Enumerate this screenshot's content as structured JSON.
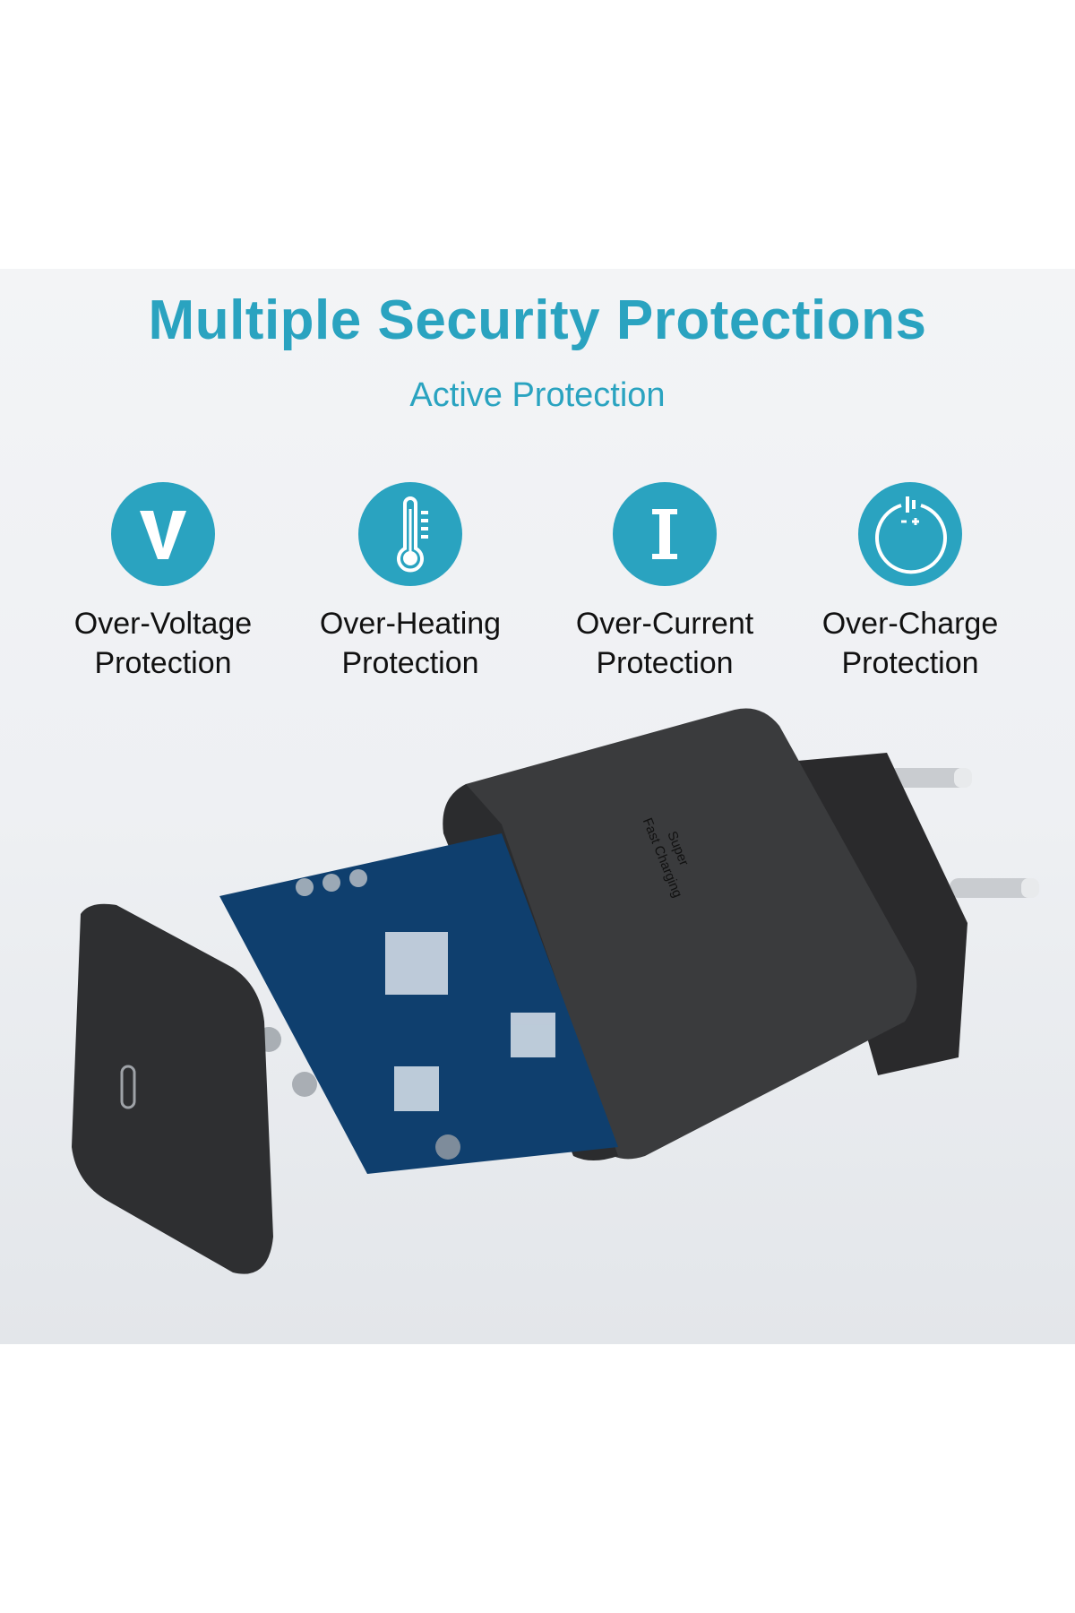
{
  "header": {
    "title": "Multiple Security Protections",
    "subtitle": "Active Protection"
  },
  "features": [
    {
      "icon": "voltage-v-icon",
      "line1": "Over-Voltage",
      "line2": "Protection"
    },
    {
      "icon": "thermometer-icon",
      "line1": "Over-Heating",
      "line2": "Protection"
    },
    {
      "icon": "current-i-icon",
      "line1": "Over-Current",
      "line2": "Protection"
    },
    {
      "icon": "battery-charge-icon",
      "line1": "Over-Charge",
      "line2": "Protection"
    }
  ],
  "product": {
    "label_line1": "Super",
    "label_line2": "Fast Charging"
  },
  "colors": {
    "accent": "#2aa3c0"
  }
}
